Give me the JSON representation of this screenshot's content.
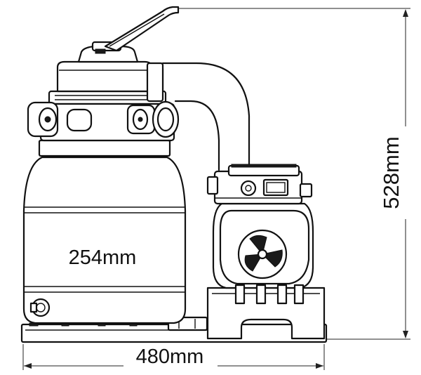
{
  "dimensions": {
    "width_filter": "254mm",
    "height_total": "528mm",
    "width_total": "480mm"
  }
}
